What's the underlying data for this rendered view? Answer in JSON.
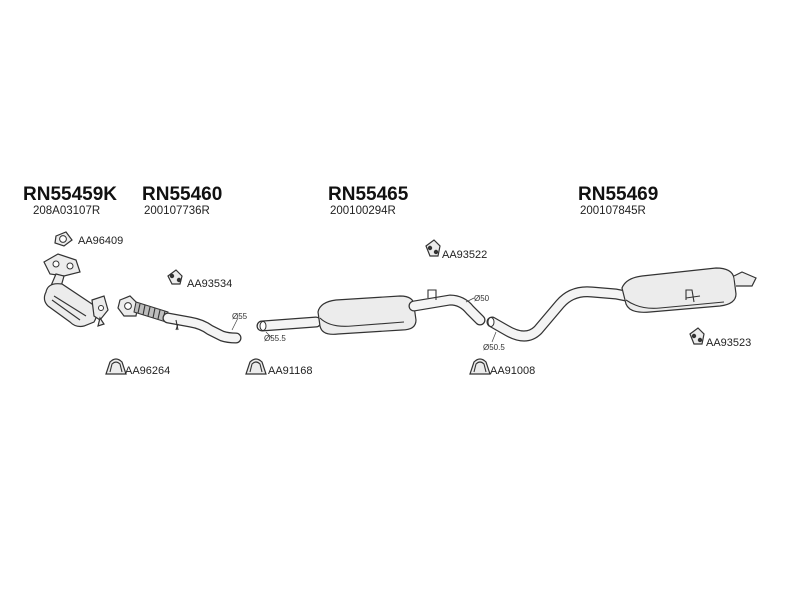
{
  "parts": [
    {
      "code": "RN55459K",
      "oem": "208A03107R"
    },
    {
      "code": "RN55460",
      "oem": "200107736R"
    },
    {
      "code": "RN55465",
      "oem": "200100294R"
    },
    {
      "code": "RN55469",
      "oem": "200107845R"
    }
  ],
  "accessories": [
    {
      "code": "AA96409",
      "icon": "gasket-ring-icon"
    },
    {
      "code": "AA93534",
      "icon": "hanger-bracket-icon"
    },
    {
      "code": "AA93522",
      "icon": "hanger-bracket-icon"
    },
    {
      "code": "AA93523",
      "icon": "hanger-bracket-icon"
    },
    {
      "code": "AA96264",
      "icon": "clamp-icon"
    },
    {
      "code": "AA91168",
      "icon": "clamp-icon"
    },
    {
      "code": "AA91008",
      "icon": "clamp-icon"
    }
  ],
  "dimensions": [
    "Ø55",
    "Ø55.5",
    "Ø50",
    "Ø50.5"
  ],
  "colors": {
    "line": "#333333",
    "fill": "#ececec",
    "background": "#ffffff"
  }
}
